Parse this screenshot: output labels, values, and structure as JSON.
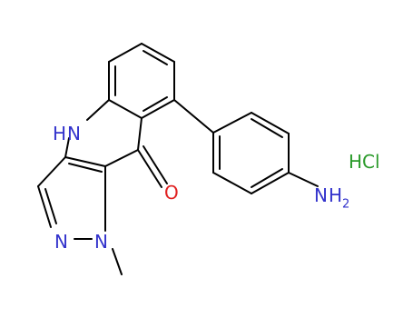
{
  "molecule": {
    "labels": {
      "nh": "H",
      "nh_n": "N",
      "carbonyl_o": "O",
      "ring_n": "N",
      "methyl_n": "N",
      "amine_n": "N",
      "amine_h": "H",
      "amine_sub": "2",
      "salt": "HCl"
    },
    "colors": {
      "bond": "#000000",
      "nitrogen": "#3333cc",
      "oxygen": "#e02020",
      "salt": "#2a9a2a"
    }
  }
}
